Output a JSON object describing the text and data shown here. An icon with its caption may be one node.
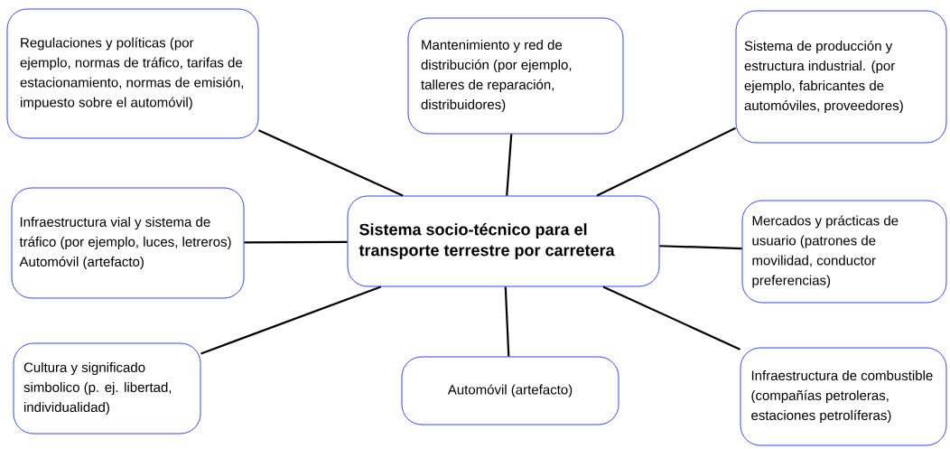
{
  "diagram": {
    "nodes": [
      {
        "text": [
          "Regulaciones y políticas (por ejemplo, normas de tráfico, tarifas de estacionamiento, normas de emisión, impuesto sobre el automóvil)"
        ]
      },
      {
        "text": [
          "Mantenimiento y red de distribución (por ejemplo, talleres de reparación, distribuidores)"
        ]
      },
      {
        "text": [
          "Sistema de producción y estructura industrial. (por ejemplo, fabricantes de automóviles, proveedores)"
        ]
      },
      {
        "text": [
          "Infraestructura vial y sistema de tráfico (por ejemplo, luces, letreros) Automóvil (artefacto)"
        ]
      },
      {
        "text": [
          "Sistema socio-técnico para el transporte terrestre por carretera"
        ]
      },
      {
        "text": [
          "Mercados y prácticas de usuario (patrones de movilidad, conductor preferencias)"
        ]
      },
      {
        "text": [
          "Cultura y significado simbolico  (p. ej. libertad, individualidad)"
        ]
      },
      {
        "text": [
          "Automóvil (artefacto)"
        ]
      },
      {
        "text": [
          "Infraestructura de combustible (compañías petroleras, estaciones petrolíferas)"
        ]
      }
    ],
    "edges": [
      {
        "from": 4,
        "to": 0,
        "arrow": "none"
      },
      {
        "from": 4,
        "to": 1,
        "arrow": "none"
      },
      {
        "from": 4,
        "to": 2,
        "arrow": "none"
      },
      {
        "from": 4,
        "to": 3,
        "arrow": "none"
      },
      {
        "from": 4,
        "to": 5,
        "arrow": "none"
      },
      {
        "from": 4,
        "to": 6,
        "arrow": "none"
      },
      {
        "from": 4,
        "to": 7,
        "arrow": "none"
      },
      {
        "from": 4,
        "to": 8,
        "arrow": "none"
      }
    ]
  }
}
